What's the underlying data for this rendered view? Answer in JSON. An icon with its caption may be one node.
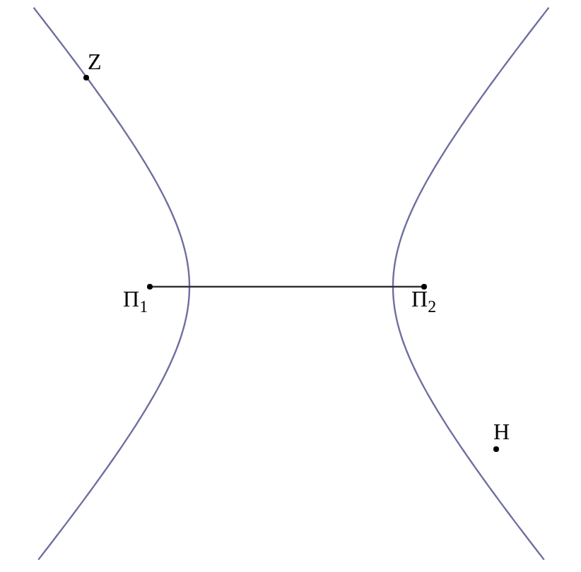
{
  "diagram": {
    "nodes": [
      {
        "text": [
          "Π$_{1}$"
        ]
      },
      {
        "text": [
          "Π$_{2}$"
        ]
      },
      {
        "text": [
          "Z"
        ]
      },
      {
        "text": [
          "H"
        ]
      }
    ],
    "edges": [
      {
        "from": 0,
        "to": 1,
        "arrow": "none"
      }
    ]
  }
}
